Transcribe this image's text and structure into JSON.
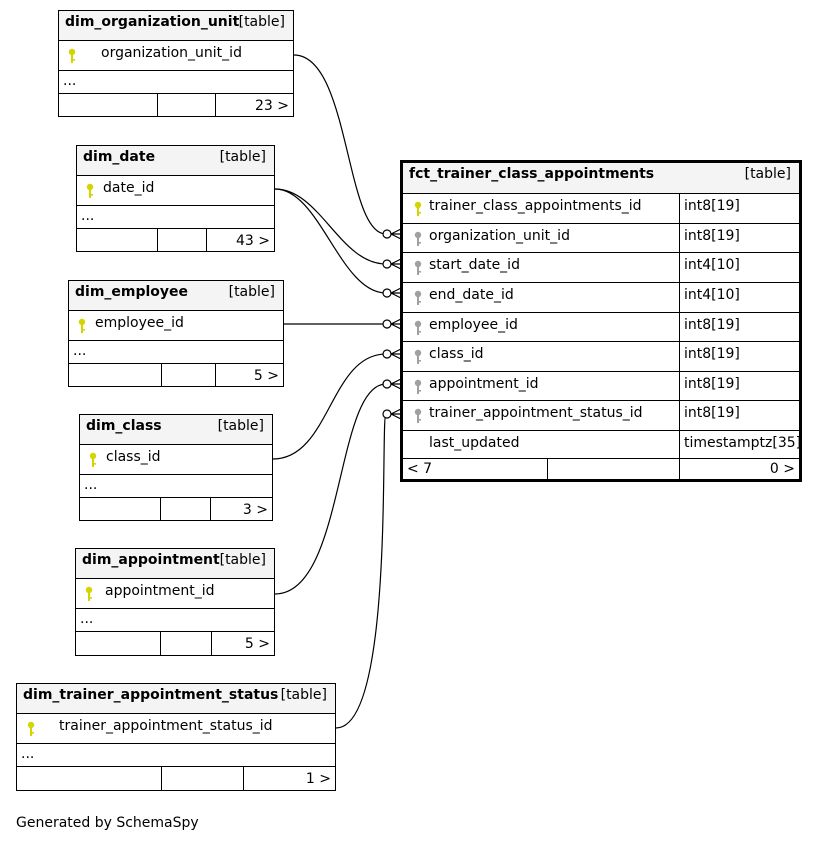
{
  "diagram": {
    "tables": {
      "dim_organization_unit": {
        "name": "dim_organization_unit",
        "kind": "[table]",
        "columns": [
          "organization_unit_id"
        ],
        "ellipsis": "...",
        "children": "23 >"
      },
      "dim_date": {
        "name": "dim_date",
        "kind": "[table]",
        "columns": [
          "date_id"
        ],
        "ellipsis": "...",
        "children": "43 >"
      },
      "dim_employee": {
        "name": "dim_employee",
        "kind": "[table]",
        "columns": [
          "employee_id"
        ],
        "ellipsis": "...",
        "children": "5 >"
      },
      "dim_class": {
        "name": "dim_class",
        "kind": "[table]",
        "columns": [
          "class_id"
        ],
        "ellipsis": "...",
        "children": "3 >"
      },
      "dim_appointment": {
        "name": "dim_appointment",
        "kind": "[table]",
        "columns": [
          "appointment_id"
        ],
        "ellipsis": "...",
        "children": "5 >"
      },
      "dim_trainer_appointment_status": {
        "name": "dim_trainer_appointment_status",
        "kind": "[table]",
        "columns": [
          "trainer_appointment_status_id"
        ],
        "ellipsis": "...",
        "children": "1 >"
      },
      "fct_trainer_class_appointments": {
        "name": "fct_trainer_class_appointments",
        "kind": "[table]",
        "columns": [
          {
            "name": "trainer_class_appointments_id",
            "type": "int8[19]",
            "key": "primary"
          },
          {
            "name": "organization_unit_id",
            "type": "int8[19]",
            "key": "foreign"
          },
          {
            "name": "start_date_id",
            "type": "int4[10]",
            "key": "foreign"
          },
          {
            "name": "end_date_id",
            "type": "int4[10]",
            "key": "foreign"
          },
          {
            "name": "employee_id",
            "type": "int8[19]",
            "key": "foreign"
          },
          {
            "name": "class_id",
            "type": "int8[19]",
            "key": "foreign"
          },
          {
            "name": "appointment_id",
            "type": "int8[19]",
            "key": "foreign"
          },
          {
            "name": "trainer_appointment_status_id",
            "type": "int8[19]",
            "key": "foreign"
          },
          {
            "name": "last_updated",
            "type": "timestamptz[35]",
            "key": "none"
          }
        ],
        "parents": "< 7",
        "children": "0 >"
      }
    },
    "relationships": [
      {
        "from": "dim_organization_unit.organization_unit_id",
        "to": "fct_trainer_class_appointments.organization_unit_id"
      },
      {
        "from": "dim_date.date_id",
        "to": "fct_trainer_class_appointments.start_date_id"
      },
      {
        "from": "dim_date.date_id",
        "to": "fct_trainer_class_appointments.end_date_id"
      },
      {
        "from": "dim_employee.employee_id",
        "to": "fct_trainer_class_appointments.employee_id"
      },
      {
        "from": "dim_class.class_id",
        "to": "fct_trainer_class_appointments.class_id"
      },
      {
        "from": "dim_appointment.appointment_id",
        "to": "fct_trainer_class_appointments.appointment_id"
      },
      {
        "from": "dim_trainer_appointment_status.trainer_appointment_status_id",
        "to": "fct_trainer_class_appointments.trainer_appointment_status_id"
      }
    ],
    "colors": {
      "primary_key": "#d4d400",
      "foreign_key": "#a0a0a0",
      "header_bg": "#f4f4f4",
      "line": "#000000"
    },
    "icons": {
      "primary_key": "key-icon",
      "foreign_key": "foreign-key-icon"
    }
  },
  "footer": {
    "text": "Generated by SchemaSpy"
  }
}
